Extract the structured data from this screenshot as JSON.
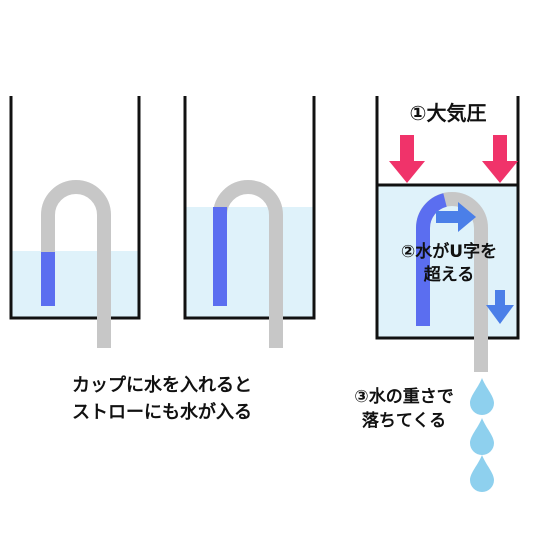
{
  "labels": {
    "step1_caption_line1": "カップに水を入れると",
    "step1_caption_line2": "ストローにも水が入る",
    "point1": "①大気圧",
    "point2_line1": "②水がU字を",
    "point2_line2": "超える",
    "point3_line1": "③水の重さで",
    "point3_line2": "落ちてくる"
  },
  "colors": {
    "water": "#dff2fa",
    "straw": "#c7c7c7",
    "straw_water": "#5b6ef0",
    "pressure_arrow": "#f0336a",
    "flow_arrow": "#4b7fe8",
    "drop": "#8ed0ee",
    "outline": "#111111"
  },
  "icons": [
    "pressure-arrow-icon",
    "flow-arrow-icon",
    "water-drop-icon"
  ]
}
